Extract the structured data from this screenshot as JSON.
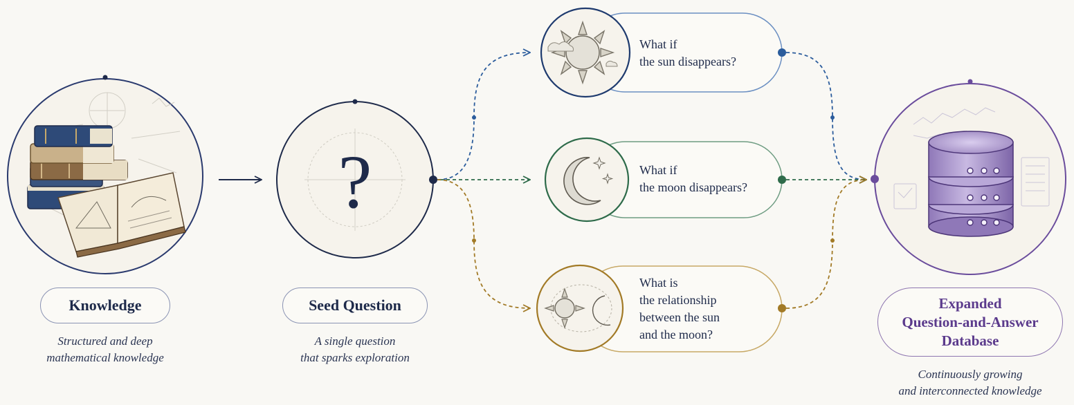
{
  "stages": {
    "knowledge": {
      "title": "Knowledge",
      "caption_line1": "Structured and deep",
      "caption_line2": "mathematical knowledge",
      "icon": "books-icon"
    },
    "seed": {
      "title": "Seed Question",
      "caption_line1": "A single question",
      "caption_line2": "that sparks exploration",
      "symbol": "?"
    },
    "expanded": {
      "title_line1": "Expanded",
      "title_line2": "Question-and-Answer",
      "title_line3": "Database",
      "caption_line1": "Continuously growing",
      "caption_line2": "and interconnected knowledge",
      "icon": "database-icon"
    }
  },
  "questions": [
    {
      "line1": "What if",
      "line2": "the sun disappears?",
      "color": "#2b5c9c",
      "icon": "sun-icon"
    },
    {
      "line1": "What if",
      "line2": "the moon disappears?",
      "color": "#2e6b4a",
      "icon": "moon-icon"
    },
    {
      "line1": "What is",
      "line2": "the relationship",
      "line3": "between the sun",
      "line4": "and the moon?",
      "color": "#a27a26",
      "icon": "sun-moon-icon"
    }
  ],
  "colors": {
    "navy": "#1e2a4a",
    "blue": "#2b5c9c",
    "green": "#2e6b4a",
    "gold": "#a27a26",
    "purple": "#6a4c9c",
    "background": "#f9f8f4"
  }
}
